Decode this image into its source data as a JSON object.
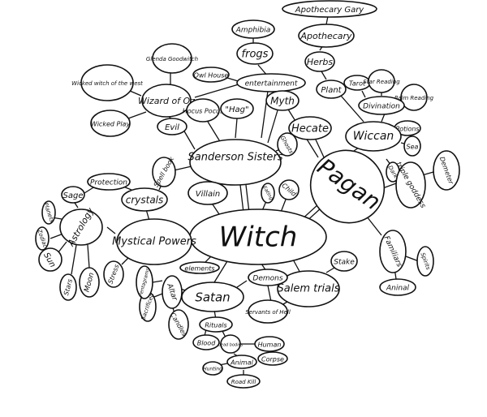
{
  "diagram": {
    "nodes": {
      "witch": "Witch",
      "pagan": "Pagan",
      "sanderson_sisters": "Sanderson Sisters",
      "mystical_powers": "Mystical Powers",
      "satan": "Satan",
      "salem_trials": "Salem trials",
      "wiccan": "Wiccan",
      "hecate": "Hecate",
      "myth": "Myth",
      "apothecary": "Apothecary",
      "apothecary_gary": "Apothecary Gary",
      "herbs": "Herbs",
      "plant": "Plant",
      "amphibia": "Amphibia",
      "frogs": "frogs",
      "entertainment": "entertainment",
      "owl_house": "Owl House",
      "glenda": "Glenda Goodwitch",
      "wicked_witch": "Wicked witch of the west",
      "wizard_of_oz": "Wizard of Oz",
      "wicked_play": "Wicked Play",
      "evil": "Evil",
      "hocus_pocus": "Hocus Pocus",
      "hag": "\"Hag\"",
      "spell_book": "Spell book",
      "protection": "Protection",
      "crystals": "crystals",
      "sage": "Sage",
      "astrology": "Astrology",
      "planets": "Planets",
      "zodiac": "Zodiac",
      "sun": "Sun",
      "moon": "Moon",
      "stars": "Stars",
      "stress": "Stress",
      "villain": "Villain",
      "ghosts": "Ghosts",
      "eating": "Eating",
      "child": "Child",
      "tarot": "Tarot",
      "star_reading": "Star Reading",
      "palm_reading": "Palm Reading",
      "divination": "Divination",
      "potions": "Potions",
      "sea": "Sea",
      "dark": "Dark",
      "triple_goddess": "triple goddess",
      "demeter": "Demeter",
      "familiars": "Familiars",
      "spirits": "Spirits",
      "animal_familiar": "Aninal",
      "stake": "Stake",
      "demons": "Demons",
      "servants_of_hell": "Servants of Hell",
      "elements": "elements",
      "altar": "Altar",
      "candles": "Candles",
      "sacrifice": "Sacrificed",
      "pentagrams": "Pentagrams",
      "rituals": "Rituals",
      "blood": "Blood",
      "dead_bodies": "dead bodies",
      "human": "Human",
      "corpse": "Corpse",
      "animal": "Animal",
      "hunting": "Hunting",
      "road_kill": "Road Kill"
    }
  }
}
